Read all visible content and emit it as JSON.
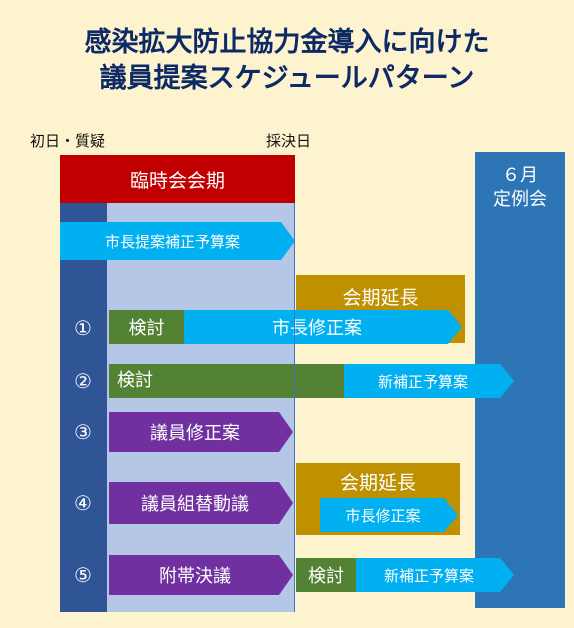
{
  "title": {
    "line1": "感染拡大防止協力金導入に向けた",
    "line2": "議員提案スケジュールパターン"
  },
  "headers": {
    "first_day": "初日・質疑",
    "vote_day": "採決日"
  },
  "session_label": "臨時会会期",
  "june_session": {
    "line1": "６月",
    "line2": "定例会"
  },
  "mayor_supplementary": "市長提案補正予算案",
  "rows": [
    {
      "num": "①",
      "review": "検討",
      "item": "市長修正案",
      "extension": "会期延長"
    },
    {
      "num": "②",
      "review": "検討",
      "item": "新補正予算案"
    },
    {
      "num": "③",
      "item": "議員修正案"
    },
    {
      "num": "④",
      "item": "議員組替動議",
      "extension": "会期延長",
      "sub_item": "市長修正案"
    },
    {
      "num": "⑤",
      "item": "附帯決議",
      "review": "検討",
      "sub_item": "新補正予算案"
    }
  ],
  "colors": {
    "background": "#fdf4cf",
    "title": "#0d2a66",
    "session_red": "#c00000",
    "left_bar": "#2f5597",
    "session_fill": "#b4c7e7",
    "june_blue": "#2e75b6",
    "review_green": "#548235",
    "arrow_cyan": "#00b0f0",
    "member_purple": "#7030a0",
    "extension_gold": "#bf9000"
  }
}
